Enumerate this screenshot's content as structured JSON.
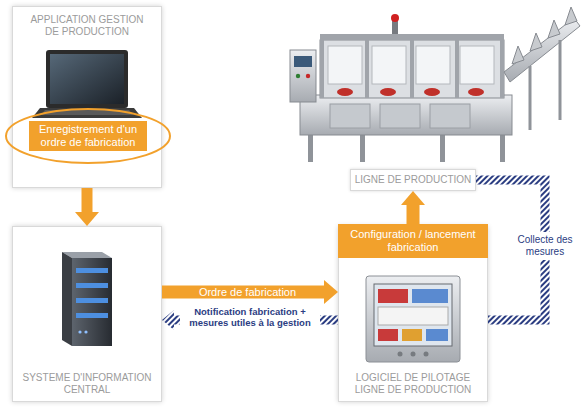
{
  "diagram": {
    "nodes": [
      {
        "text": [
          "APPLICATION GESTION DE PRODUCTION"
        ]
      },
      {
        "text": [
          "Enregistrement d'un ordre de fabrication"
        ],
        "in": 0
      },
      {
        "text": [
          "LIGNE DE PRODUCTION"
        ]
      },
      {
        "text": [
          "SYSTEME D'INFORMATION CENTRAL"
        ]
      },
      {
        "text": [
          "LOGICIEL DE PILOTAGE LIGNE DE PRODUCTION"
        ]
      }
    ],
    "edges": [
      {
        "from": 0,
        "to": 3,
        "arrow": "to"
      },
      {
        "from": 3,
        "to": 4,
        "label": "Ordre de fabrication",
        "arrow": "to"
      },
      {
        "from": 4,
        "to": 3,
        "label": "Notification fabrication + mesures utiles à la gestion",
        "arrow": "to"
      },
      {
        "from": 4,
        "to": 2,
        "label": "Configuration / lancement fabrication",
        "arrow": "to"
      },
      {
        "from": 2,
        "to": 4,
        "label": "Collecte des mesures",
        "arrow": "none"
      }
    ]
  }
}
